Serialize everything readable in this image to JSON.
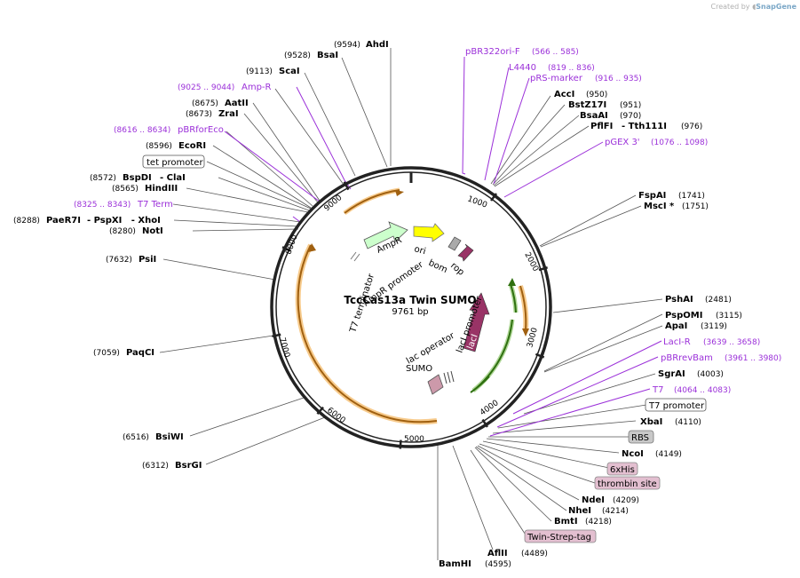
{
  "credit": {
    "prefix": "Created by",
    "brand": "SnapGene"
  },
  "plasmid": {
    "name": "TccCas13a Twin SUMO",
    "size": "9761 bp"
  },
  "ticks": [
    "1000",
    "2000",
    "3000",
    "4000",
    "5000",
    "6000",
    "7000",
    "8000",
    "9000"
  ],
  "colors": {
    "primer": "#9b30d9",
    "backbone": "#222222",
    "orange": "#f0a030"
  },
  "enzymes": [
    {
      "name": "AhdI",
      "pos": "(9594)"
    },
    {
      "name": "BsaI",
      "pos": "(9528)"
    },
    {
      "name": "ScaI",
      "pos": "(9113)"
    },
    {
      "name": "AatII",
      "pos": "(8675)"
    },
    {
      "name": "ZraI",
      "pos": "(8673)"
    },
    {
      "name": "EcoRI",
      "pos": "(8596)"
    },
    {
      "name": "BspDI",
      "extra": "- ClaI",
      "pos": "(8572)"
    },
    {
      "name": "HindIII",
      "pos": "(8565)"
    },
    {
      "name": "PaeR7I",
      "extra": "- PspXI   - XhoI",
      "pos": "(8288)"
    },
    {
      "name": "NotI",
      "pos": "(8280)"
    },
    {
      "name": "PsiI",
      "pos": "(7632)"
    },
    {
      "name": "PaqCI",
      "pos": "(7059)"
    },
    {
      "name": "BsiWI",
      "pos": "(6516)"
    },
    {
      "name": "BsrGI",
      "pos": "(6312)"
    },
    {
      "name": "AccI",
      "pos": "(950)"
    },
    {
      "name": "BstZ17I",
      "pos": "(951)"
    },
    {
      "name": "BsaAI",
      "pos": "(970)"
    },
    {
      "name": "PflFI",
      "extra": "- Tth111I",
      "pos": "(976)"
    },
    {
      "name": "FspAI",
      "pos": "(1741)"
    },
    {
      "name": "MscI *",
      "pos": "(1751)"
    },
    {
      "name": "PshAI",
      "pos": "(2481)"
    },
    {
      "name": "PspOMI",
      "pos": "(3115)"
    },
    {
      "name": "ApaI",
      "pos": "(3119)"
    },
    {
      "name": "SgrAI",
      "pos": "(4003)"
    },
    {
      "name": "XbaI",
      "pos": "(4110)"
    },
    {
      "name": "NcoI",
      "pos": "(4149)"
    },
    {
      "name": "NdeI",
      "pos": "(4209)"
    },
    {
      "name": "NheI",
      "pos": "(4214)"
    },
    {
      "name": "BmtI",
      "pos": "(4218)"
    },
    {
      "name": "AflII",
      "pos": "(4489)"
    },
    {
      "name": "BamHI",
      "pos": "(4595)"
    }
  ],
  "primers": [
    {
      "name": "Amp-R",
      "range": "(9025 .. 9044)"
    },
    {
      "name": "pBRforEco",
      "range": "(8616 .. 8634)"
    },
    {
      "name": "T7 Term",
      "range": "(8325 .. 8343)"
    },
    {
      "name": "pBR322ori-F",
      "range": "(566 .. 585)"
    },
    {
      "name": "L4440",
      "range": "(819 .. 836)"
    },
    {
      "name": "pRS-marker",
      "range": "(916 .. 935)"
    },
    {
      "name": "pGEX 3'",
      "range": "(1076 .. 1098)"
    },
    {
      "name": "LacI-R",
      "range": "(3639 .. 3658)"
    },
    {
      "name": "pBRrevBam",
      "range": "(3961 .. 3980)"
    },
    {
      "name": "T7",
      "range": "(4064 .. 4083)"
    }
  ],
  "boxed": [
    "tet promoter",
    "T7 promoter",
    "RBS",
    "6xHis",
    "thrombin site",
    "Twin-Strep-tag"
  ],
  "features": [
    "AmpR",
    "ori",
    "bom",
    "rop",
    "lacI",
    "lacI promoter",
    "lac operator",
    "SUMO",
    "T7 terminator",
    "AmpR promoter"
  ]
}
